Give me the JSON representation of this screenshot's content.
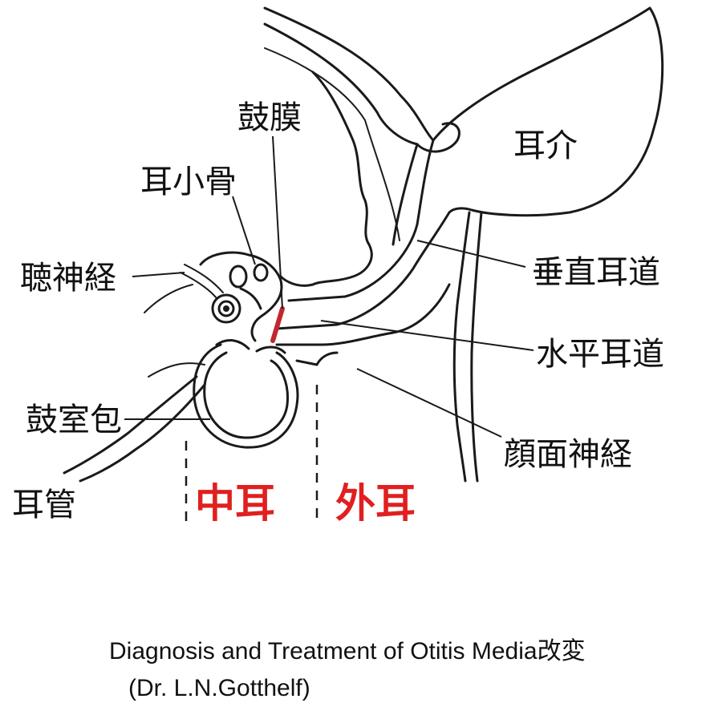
{
  "labels": {
    "tympanic_membrane": "鼓膜",
    "ossicles": "耳小骨",
    "auditory_nerve": "聴神経",
    "tympanic_bulla": "鼓室包",
    "eustachian_tube": "耳管",
    "pinna": "耳介",
    "vertical_ear_canal": "垂直耳道",
    "horizontal_ear_canal": "水平耳道",
    "facial_nerve": "顔面神経",
    "middle_ear": "中耳",
    "outer_ear": "外耳"
  },
  "caption": {
    "line1": "Diagnosis and Treatment of Otitis Media改変",
    "line2": "(Dr. L.N.Gotthelf)"
  },
  "colors": {
    "ear_region_text": "#e02020",
    "tympanic_membrane": "#c0282e",
    "line": "#1a1a1a"
  }
}
